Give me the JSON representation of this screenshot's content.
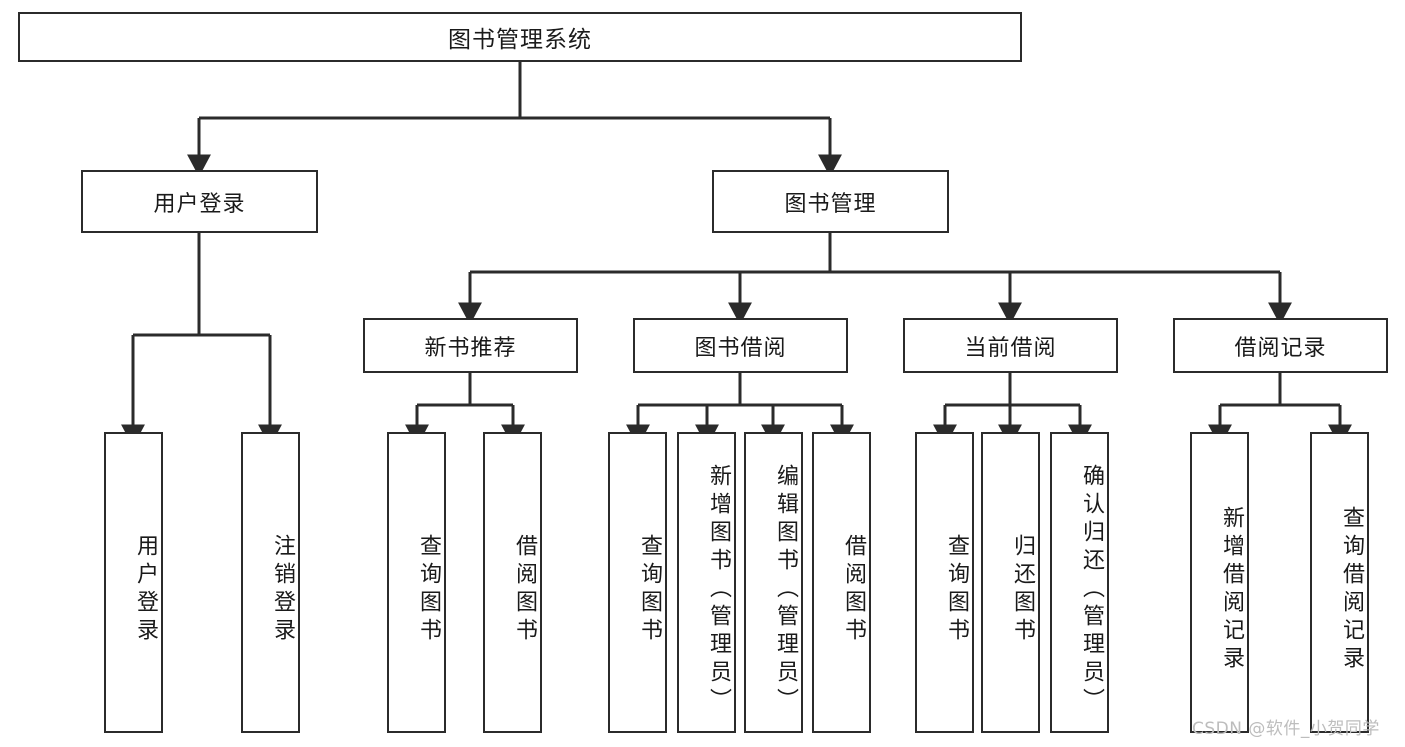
{
  "diagram": {
    "title": "图书管理系统",
    "watermark": "CSDN @软件_小贺同学",
    "stroke_color": "#2b2b2b",
    "background_color": "#ffffff",
    "nodes": {
      "root": "图书管理系统",
      "l1": {
        "user_login": "用户登录",
        "book_manage": "图书管理"
      },
      "l2": {
        "new_book_rec": "新书推荐",
        "book_borrow": "图书借阅",
        "current_borrow": "当前借阅",
        "borrow_record": "借阅记录"
      },
      "leaves": {
        "user_login_1": "用户登录",
        "user_login_2": "注销登录",
        "new_book_rec_1": "查询图书",
        "new_book_rec_2": "借阅图书",
        "book_borrow_1": "查询图书",
        "book_borrow_2": "新增图书（管理员）",
        "book_borrow_3": "编辑图书（管理员）",
        "book_borrow_4": "借阅图书",
        "current_borrow_1": "查询图书",
        "current_borrow_2": "归还图书",
        "current_borrow_3": "确认归还（管理员）",
        "borrow_record_1": "新增借阅记录",
        "borrow_record_2": "查询借阅记录"
      }
    }
  }
}
